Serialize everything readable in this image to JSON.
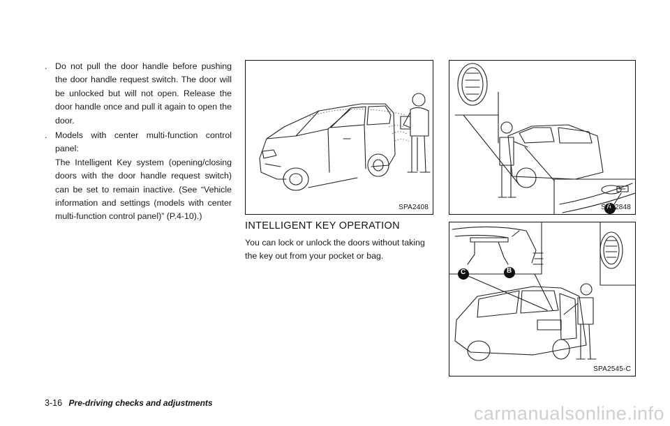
{
  "left_column": {
    "bullets": [
      {
        "marker": ".",
        "paragraphs": [
          "Do not pull the door handle before pushing the door handle request switch. The door will be unlocked but will not open. Release the door handle once and pull it again to open the door."
        ]
      },
      {
        "marker": ".",
        "paragraphs": [
          "Models with center multi-function control panel:",
          "The Intelligent Key system (opening/closing doors with the door handle request switch) can be set to remain inactive. (See “Vehicle information and settings (models with center multi-function control panel)” (P.4-10).)"
        ]
      }
    ]
  },
  "figures": [
    {
      "code": "SPA2408"
    },
    {
      "code": "SPA2848",
      "callouts": [
        "A"
      ]
    },
    {
      "code": "SPA2545-C",
      "callouts": [
        "B",
        "C"
      ]
    }
  ],
  "section": {
    "heading": "INTELLIGENT KEY OPERATION",
    "body": "You can lock or unlock the doors without taking the key out from your pocket or bag."
  },
  "footer": {
    "page_number": "3-16",
    "chapter_title": "Pre-driving checks and adjustments"
  },
  "watermark": "carmanualsonline.info"
}
